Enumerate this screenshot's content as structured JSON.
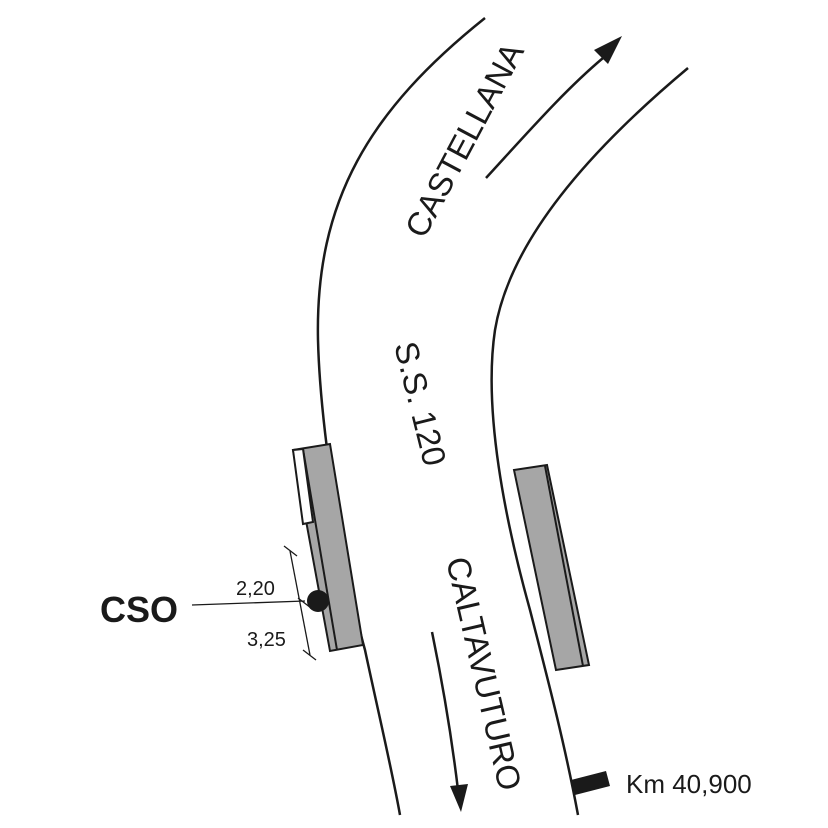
{
  "map": {
    "road_code": "S.S. 120",
    "direction_north": "CASTELLANA",
    "direction_south": "CALTAVUTURO",
    "station": {
      "label": "CSO",
      "offset_upper": "2,20",
      "offset_lower": "3,25"
    },
    "kilometre_marker": "Km 40,900"
  },
  "colors": {
    "line": "#1a1a1a",
    "platform_fill": "#a6a6a6",
    "background": "#ffffff"
  }
}
